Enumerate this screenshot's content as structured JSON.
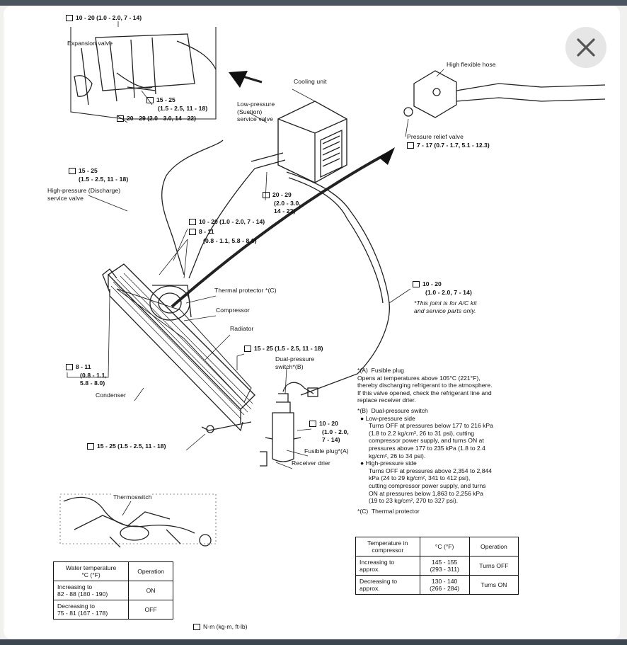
{
  "close_icon": "close-icon",
  "callouts": {
    "tq_expansion": "10 - 20 (1.0 - 2.0, 7 - 14)",
    "expansion_valve": "Expansion valve",
    "tq_lowp_a": "15 - 25",
    "tq_lowp_b": "(1.5 - 2.5, 11 - 18)",
    "tq_20_29_a": "20 - 29 (2.0 - 3.0, 14 - 22)",
    "lowp_valve": "Low-pressure\n(Suction)\nservice valve",
    "cooling_unit": "Cooling unit",
    "high_flex_hose": "High flexible hose",
    "pressure_relief": "Pressure relief valve",
    "tq_relief": "7 - 17 (0.7 - 1.7, 5.1 - 12.3)",
    "tq_highp_a": "15 - 25",
    "tq_highp_b": "(1.5 - 2.5, 11 - 18)",
    "highp_valve": "High-pressure (Discharge)\nservice valve",
    "tq_20_29_b": "20 - 29",
    "tq_20_29_b2": "(2.0 - 3.0,\n14 - 22)",
    "tq_10_20_a": "10 - 20 (1.0 - 2.0, 7 - 14)",
    "tq_8_11_a": "8 - 11",
    "tq_8_11_a2": "(0.8 - 1.1, 5.8 - 8.0)",
    "tq_10_20_b": "10 - 20",
    "tq_10_20_b2": "(1.0 - 2.0, 7 - 14)",
    "kit_note": "*This joint is for A/C kit\nand service parts only.",
    "thermal_protector": "Thermal protector *(C)",
    "compressor": "Compressor",
    "radiator": "Radiator",
    "tq_15_25_c": "15 - 25 (1.5 - 2.5, 11 - 18)",
    "dual_switch": "Dual-pressure\nswitch*(B)",
    "tq_8_11_b": "8 - 11",
    "tq_8_11_b2": "(0.8 - 1.1,\n5.8 - 8.0)",
    "condenser": "Condenser",
    "tq_10_20_c": "10 - 20",
    "tq_10_20_c2": "(1.0 - 2.0,\n7 - 14)",
    "fusible_plug": "Fusible plug*(A)",
    "receiver_drier": "Receiver drier",
    "tq_15_25_d": "15 - 25 (1.5 - 2.5, 11 - 18)",
    "thermoswitch": "Thermoswitch",
    "legend": "N·m (kg-m, ft-lb)"
  },
  "notes": {
    "a_title": "*(A)  Fusible plug",
    "a_body": "Opens at temperatures above 105°C (221°F),\nthereby discharging refrigerant to the atmosphere.\nIf this valve opened, check the refrigerant line and\nreplace receiver drier.",
    "b_title": "*(B)  Dual-pressure switch",
    "b_low_title": "Low-pressure side",
    "b_low_body": "Turns OFF at pressures below 177 to 216 kPa\n(1.8 to 2.2 kg/cm², 26 to 31 psi), cutting\ncompressor power supply, and turns ON at\npressures above 177 to 235 kPa (1.8 to 2.4\nkg/cm², 26 to 34 psi).",
    "b_high_title": "High-pressure side",
    "b_high_body": "Turns OFF at pressures above 2,354 to 2,844\nkPa (24 to 29 kg/cm², 341 to 412 psi),\ncutting compressor power supply, and turns\nON at pressures below 1,863 to 2,256 kPa\n(19 to 23 kg/cm², 270 to 327 psi).",
    "c_title": "*(C)  Thermal protector"
  },
  "thermal_table": {
    "headers": [
      "Temperature in\ncompressor",
      "°C (°F)",
      "Operation"
    ],
    "rows": [
      [
        "Increasing to\napprox.",
        "145 - 155\n(293 - 311)",
        "Turns OFF"
      ],
      [
        "Decreasing to\napprox.",
        "130 - 140\n(266 - 284)",
        "Turns ON"
      ]
    ]
  },
  "water_table": {
    "headers": [
      "Water temperature\n°C (°F)",
      "Operation"
    ],
    "rows": [
      [
        "Increasing to\n82 - 88 (180 - 190)",
        "ON"
      ],
      [
        "Decreasing to\n75 - 81 (167 - 178)",
        "OFF"
      ]
    ]
  }
}
